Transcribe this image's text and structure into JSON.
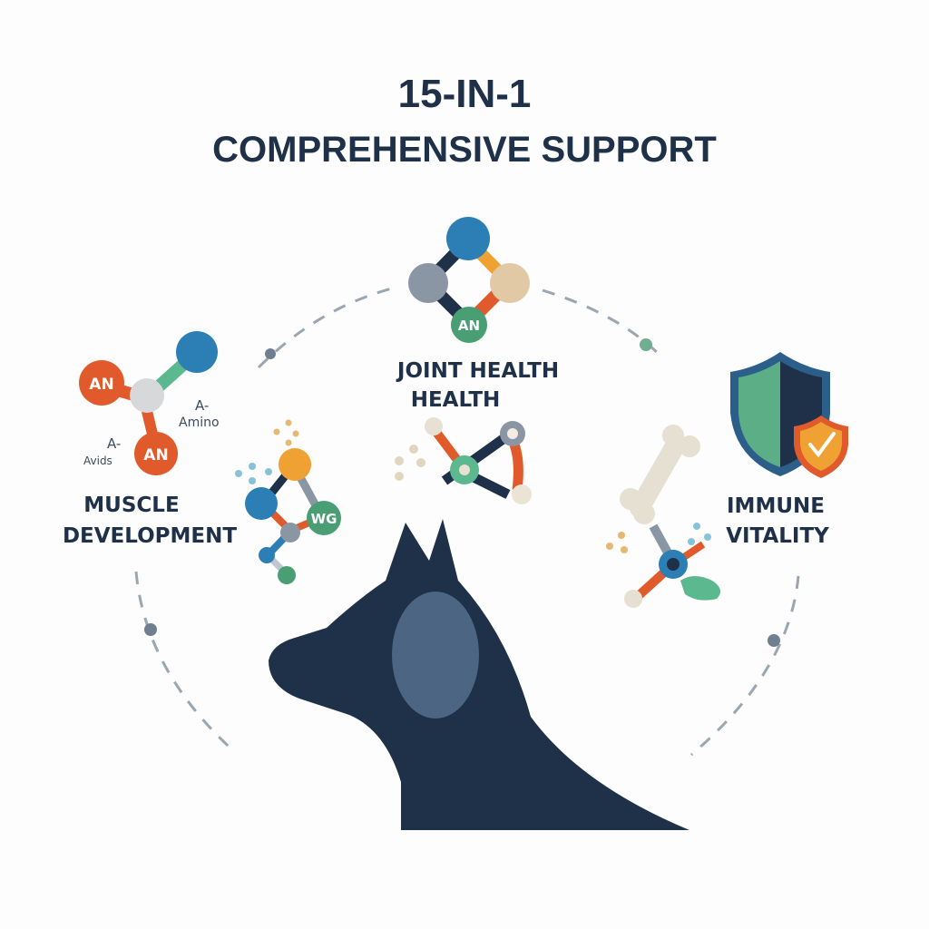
{
  "title": {
    "line1": "15-IN-1",
    "line2": "COMPREHENSIVE SUPPORT"
  },
  "sections": {
    "muscle": {
      "line1": "MUSCLE",
      "line2": "DEVELOPMENT",
      "molecule_labels": [
        "AN",
        "AN",
        "A-",
        "Amino",
        "A-",
        "Avids",
        "WG"
      ]
    },
    "joint": {
      "line1": "JOINT HEALTH",
      "line2": "HEALTH",
      "molecule_label": "AN"
    },
    "immune": {
      "line1": "IMMUNE",
      "line2": "VITALITY"
    }
  },
  "colors": {
    "navy": "#1e3148",
    "orange": "#e05a2b",
    "blue": "#2b7fb5",
    "green": "#4a9e74",
    "gray": "#8a96a3",
    "sand": "#e2c9a6"
  }
}
